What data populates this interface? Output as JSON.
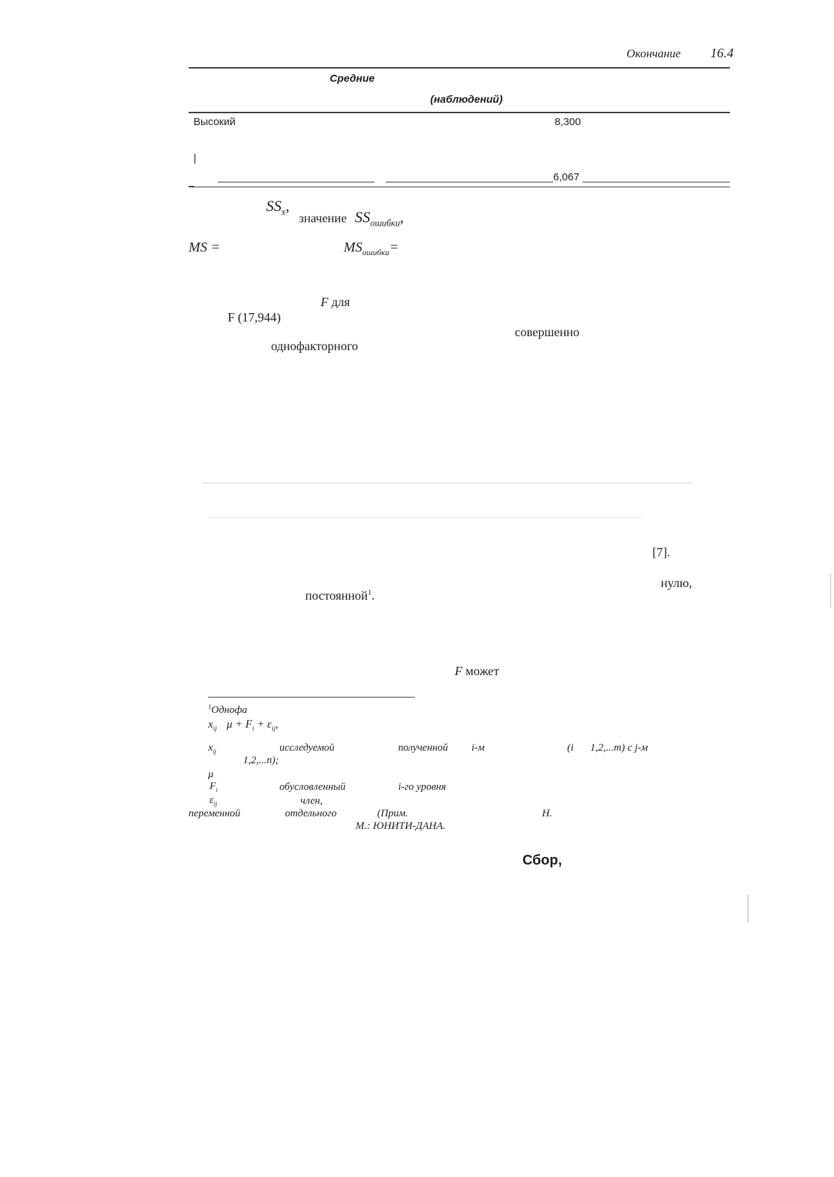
{
  "header": {
    "label": "Окончание",
    "table_number": "16.4"
  },
  "table": {
    "col_header_1": "Средние",
    "col_header_2": "(наблюдений)",
    "row1_label": "Высокий",
    "row1_value": "8,300",
    "row2_marker": "|",
    "row3_value": "6,067"
  },
  "body": {
    "ss_x": "SS",
    "ss_x_sub": "x",
    "ss_x_tail": ",",
    "znachenie": "значение",
    "ss_err": "SS",
    "ss_err_sub": "ошибки",
    "ss_err_tail": ",",
    "ms_eq": "MS =",
    "ms_err": "MS",
    "ms_err_sub": "ошибки",
    "ms_err_eq": "=",
    "f_letter_1": "F",
    "f_dlya": "для",
    "f_value": "F (17,944)",
    "sovershenno": "совершенно",
    "odnofaktornogo": "однофакторного",
    "ref7": "[7].",
    "nulyu": "нулю,",
    "postoyannoy": "постоянной",
    "postoyannoy_sup": "1",
    "postoyannoy_tail": ".",
    "f_letter_2": "F",
    "mozhet": "может"
  },
  "footnote": {
    "mark": "1",
    "title": "Однофа",
    "formula": "x",
    "formula_sub": "ij",
    "formula_rest": "μ + F",
    "formula_sub2": "i",
    "formula_rest2": " + ε",
    "formula_sub3": "ij",
    "formula_tail": ",",
    "line1_x": "x",
    "line1_x_sub": "ij",
    "line1_w1": "исследуемой",
    "line1_w2": "полученной",
    "line1_w3": "i-м",
    "line1_w4": "(i",
    "line1_w5": "1,2,...m) с j-м",
    "line1_cont": "1,2,...n);",
    "mu": "μ",
    "f_sym": "F",
    "f_sym_sub": "i",
    "obuslovlenny": "обусловленный",
    "i_urovnya": "i-го уровня",
    "eps": "ε",
    "eps_sub": "ij",
    "chlen": "член,",
    "peremennoy": "переменной",
    "otdelnogo": "отдельного",
    "prim": "(Прим.",
    "n_init": "Н.",
    "publisher": "М.: ЮНИТИ-ДАНА."
  },
  "footer": {
    "bottom_word": "Сбор,"
  }
}
